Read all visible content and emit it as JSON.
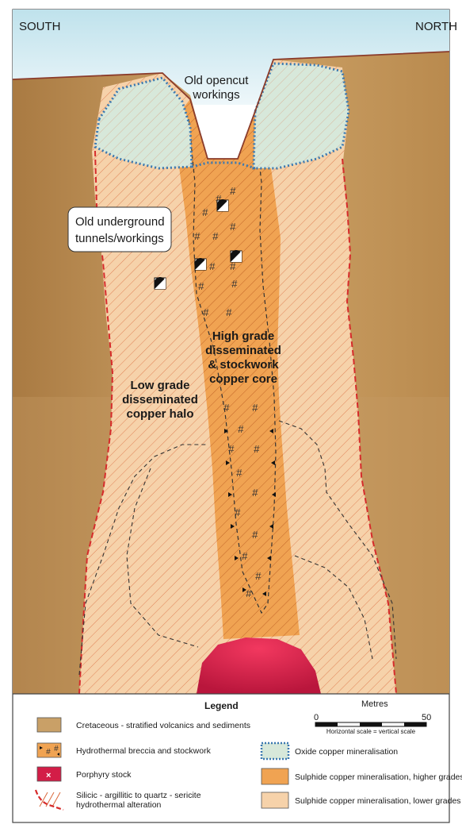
{
  "directions": {
    "left": "SOUTH",
    "right": "NORTH"
  },
  "labels": {
    "opencut": [
      "Old opencut",
      "workings"
    ],
    "tunnels": [
      "Old underground",
      "tunnels/workings"
    ],
    "high_grade": [
      "High grade",
      "disseminated",
      "& stockwork",
      "copper core"
    ],
    "low_grade": [
      "Low grade",
      "disseminated",
      "copper halo"
    ]
  },
  "legend": {
    "title": "Legend",
    "scale": {
      "title": "Metres",
      "min": "0",
      "max": "50",
      "note": "Horizontal scale = vertical scale"
    },
    "items": {
      "cretaceous": "Cretaceous - stratified volcanics and sediments",
      "breccia": "Hydrothermal breccia and stockwork",
      "porphyry": "Porphyry stock",
      "alteration_1": "Silicic - argillitic to quartz - sericite",
      "alteration_2": "hydrothermal alteration",
      "oxide": "Oxide copper mineralisation",
      "sulphide_high": "Sulphide copper mineralisation, higher grades",
      "sulphide_low": "Sulphide copper mineralisation, lower grades"
    }
  },
  "colors": {
    "sky": "#d6ecf2",
    "cretaceous": "#c9a067",
    "halo": "#f6d2aa",
    "core": "#f0a352",
    "oxide": "#d7e8da",
    "porphyry": "#d31d47",
    "alteration_line": "#d62b2b",
    "oxide_border": "#3b78b0"
  }
}
